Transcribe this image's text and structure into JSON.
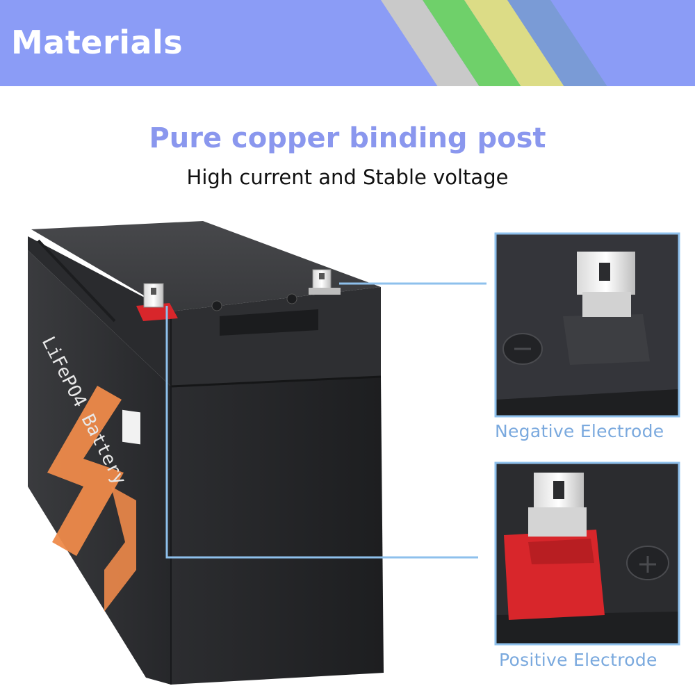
{
  "header": {
    "title": "Materials"
  },
  "headline": "Pure copper binding post",
  "subheadline": "High current and Stable voltage",
  "product": {
    "label_text": "LiFePO4 Battery"
  },
  "callouts": {
    "negative": {
      "label": "Negative Electrode"
    },
    "positive": {
      "label": "Positive Electrode"
    }
  },
  "colors": {
    "header_band": "#8b9cf6",
    "headline": "#8a97ee",
    "callout_line": "#8ec0ec",
    "positive_terminal": "#d8262b",
    "label_orange": "#ee8a4a"
  },
  "icons": [
    "terminal-tab-icon",
    "minus-symbol-icon",
    "plus-symbol-icon"
  ]
}
